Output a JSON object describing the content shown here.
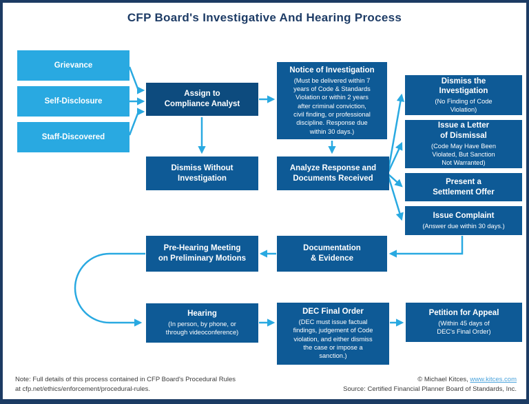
{
  "title": "CFP Board's Investigative And Hearing Process",
  "colors": {
    "frame_navy": "#1C3B63",
    "title_navy": "#1E3C66",
    "light_blue": "#29A9E1",
    "box_blue": "#0E5A96",
    "box_navy": "#0D4B7E",
    "arrow_blue": "#29A9E1",
    "footer_gray": "#3C3C3C",
    "link_blue": "#4AA3DC"
  },
  "nodes": {
    "grievance": {
      "label": "Grievance"
    },
    "self_disclosure": {
      "label": "Self-Disclosure"
    },
    "staff_discovered": {
      "label": "Staff-Discovered"
    },
    "assign_to_analyst": {
      "label": "Assign to\nCompliance Analyst"
    },
    "dismiss_without_investigation": {
      "label": "Dismiss Without\nInvestigation"
    },
    "notice_of_investigation": {
      "label": "Notice of Investigation",
      "sublabel": "(Must be delivered within 7\nyears of Code & Standards\nViolation or within 2 years\nafter criminal conviction,\ncivil finding, or professional\ndiscipline. Response due\nwithin 30 days.)"
    },
    "analyze_response": {
      "label": "Analyze Response and\nDocuments Received"
    },
    "dismiss_the_investigation": {
      "label": "Dismiss the\nInvestigation",
      "sublabel": "(No Finding of Code\nViolation)"
    },
    "issue_letter_of_dismissal": {
      "label": "Issue a Letter\nof Dismissal",
      "sublabel": "(Code May Have Been\nViolated, But Sanction\nNot Warranted)"
    },
    "present_settlement_offer": {
      "label": "Present a\nSettlement Offer"
    },
    "issue_complaint": {
      "label": "Issue Complaint",
      "sublabel": "(Answer due within 30 days.)"
    },
    "documentation_evidence": {
      "label": "Documentation\n& Evidence"
    },
    "prehearing_meeting": {
      "label": "Pre-Hearing Meeting\non Preliminary Motions"
    },
    "hearing": {
      "label": "Hearing",
      "sublabel": "(In person, by phone, or\nthrough videoconference)"
    },
    "dec_final_order": {
      "label": "DEC Final Order",
      "sublabel": "(DEC must issue factual\nfindings, judgement of Code\nviolation, and either dismiss\nthe case or impose a\nsanction.)"
    },
    "petition_for_appeal": {
      "label": "Petition for Appeal",
      "sublabel": "(Within 45 days of\nDEC's Final Order)"
    }
  },
  "footer": {
    "note": "Note: Full details of this process contained in CFP Board's Procedural Rules\nat cfp.net/ethics/enforcement/procedural-rules.",
    "copyright_prefix": "© Michael Kitces, ",
    "link_text": "www.kitces.com",
    "source": "Source: Certified Financial Planner Board of Standards, Inc."
  }
}
